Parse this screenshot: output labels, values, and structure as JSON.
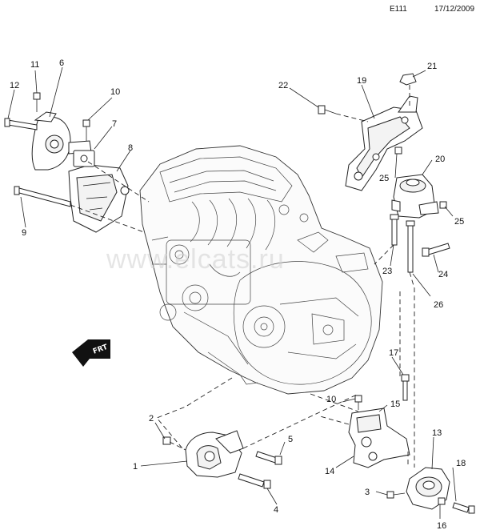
{
  "header": {
    "code": "E111",
    "date": "17/12/2009"
  },
  "watermark": "www.elcats.ru",
  "front_badge": {
    "label": "FRT",
    "icon": "front-arrow-icon"
  },
  "callouts": {
    "c1": "1",
    "c2": "2",
    "c3": "3",
    "c4": "4",
    "c5": "5",
    "c6": "6",
    "c7": "7",
    "c8": "8",
    "c9": "9",
    "c10a": "10",
    "c10b": "10",
    "c11": "11",
    "c12": "12",
    "c13": "13",
    "c14": "14",
    "c15": "15",
    "c16": "16",
    "c17": "17",
    "c18": "18",
    "c19": "19",
    "c20": "20",
    "c21": "21",
    "c22": "22",
    "c23": "23",
    "c24": "24",
    "c25a": "25",
    "c25b": "25",
    "c26": "26"
  }
}
